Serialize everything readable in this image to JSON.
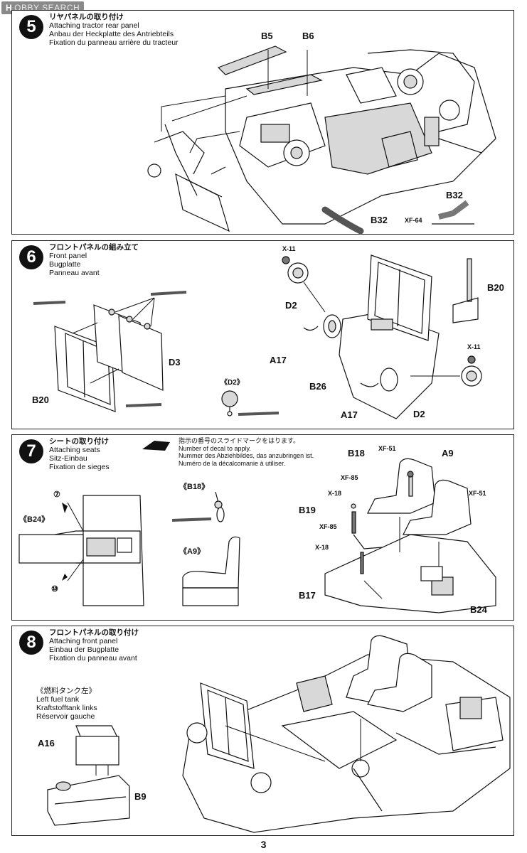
{
  "watermark": {
    "brand_a": "H",
    "brand_b": "OBBY SEARCH"
  },
  "page_number": "3",
  "steps": [
    {
      "number": "5",
      "jp": "リヤパネルの取り付け",
      "en": "Attaching tractor rear panel",
      "de": "Anbau der Heckplatte des Antriebteils",
      "fr": "Fixation du panneau arrière du tracteur",
      "labels": {
        "b5": "B5",
        "b6": "B6",
        "b32_top": "B32",
        "b32_part": "B32",
        "xf64": "XF-64"
      }
    },
    {
      "number": "6",
      "jp": "フロントパネルの組み立て",
      "en": "Front panel",
      "de": "Bugplatte",
      "fr": "Panneau avant",
      "labels": {
        "x11_a": "X-11",
        "x11_b": "X-11",
        "b20_a": "B20",
        "b20_b": "B20",
        "d3": "D3",
        "d2_a": "D2",
        "d2_b": "D2",
        "d2_detail": "《D2》",
        "a17_a": "A17",
        "a17_b": "A17",
        "b26": "B26"
      }
    },
    {
      "number": "7",
      "jp": "シートの取り付け",
      "en": "Attaching seats",
      "de": "Sitz-Einbau",
      "fr": "Fixation de sieges",
      "decal_note": {
        "jp": "指示の番号のスライドマークをはります。",
        "en": "Number of decal to apply.",
        "de": "Nummer des Abziehbildes, das anzubringen ist.",
        "fr": "Numéro de la décalcomanie à utiliser."
      },
      "labels": {
        "b24_detail": "《B24》",
        "b18_detail": "《B18》",
        "a9_detail": "《A9》",
        "decal7": "⑦",
        "decal10": "⑩",
        "b18": "B18",
        "xf51_a": "XF-51",
        "xf51_b": "XF-51",
        "a9": "A9",
        "xf85_a": "XF-85",
        "xf85_b": "XF-85",
        "x18_a": "X-18",
        "x18_b": "X-18",
        "b19": "B19",
        "b17": "B17",
        "b24": "B24"
      }
    },
    {
      "number": "8",
      "jp": "フロントパネルの取り付け",
      "en": "Attaching front panel",
      "de": "Einbau der Bugplatte",
      "fr": "Fixation du panneau avant",
      "sub": {
        "jp": "《燃料タンク左》",
        "en": "Left fuel tank",
        "de": "Kraftstofftank links",
        "fr": "Réservoir gauche"
      },
      "labels": {
        "a16": "A16",
        "b9": "B9"
      }
    }
  ]
}
